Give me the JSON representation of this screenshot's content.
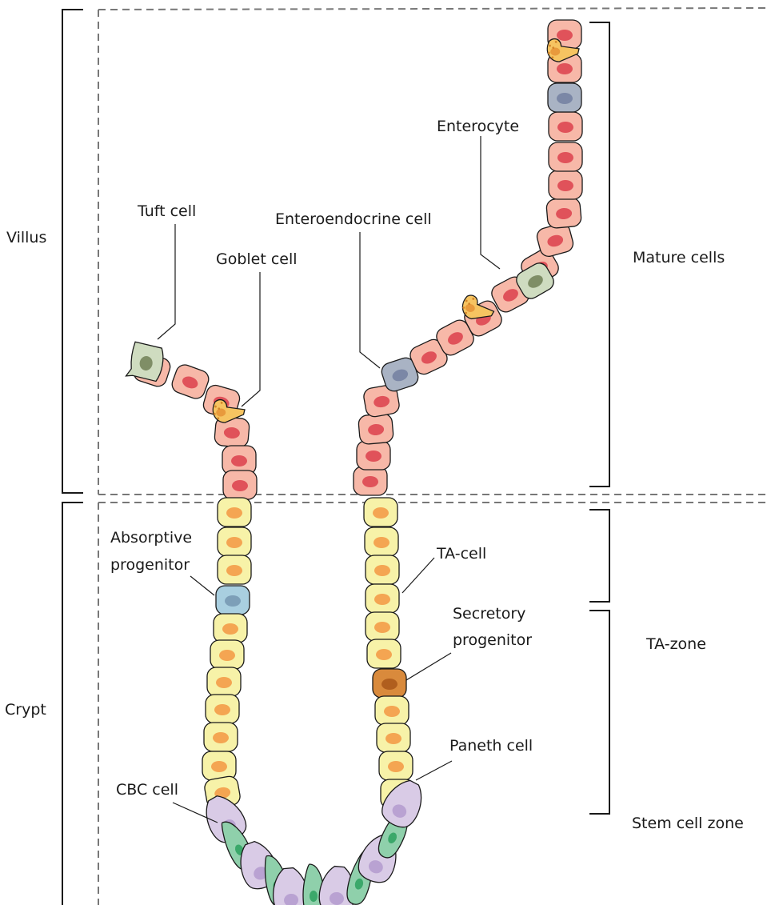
{
  "zones": {
    "villus": "Villus",
    "crypt": "Crypt"
  },
  "regions": {
    "mature": "Mature cells",
    "ta_zone": "TA-zone",
    "stem_zone": "Stem cell zone"
  },
  "cell_labels": {
    "tuft": "Tuft cell",
    "goblet": "Goblet cell",
    "enteroendocrine": "Enteroendocrine cell",
    "enterocyte": "Enterocyte",
    "absorptive_1": "Absorptive",
    "absorptive_2": "progenitor",
    "ta_cell": "TA-cell",
    "secretory_1": "Secretory",
    "secretory_2": "progenitor",
    "paneth": "Paneth cell",
    "cbc": "CBC cell"
  },
  "colors": {
    "enterocyte_fill": "#f7b8a8",
    "enterocyte_nucleus": "#e0525a",
    "ta_fill": "#f7f2a8",
    "ta_nucleus": "#f4a552",
    "enteroendocrine_fill": "#a9b3c4",
    "enteroendocrine_nucleus": "#7b87a6",
    "tuft_fill": "#cfdcc0",
    "tuft_nucleus": "#7f8e66",
    "goblet_fill": "#f6c461",
    "absorptive_fill": "#a9cfe0",
    "absorptive_nucleus": "#7d9fb8",
    "secretory_fill": "#d98a3c",
    "secretory_nucleus": "#b05e1e",
    "paneth_fill": "#d9cbe6",
    "paneth_nucleus": "#b9a2d2",
    "cbc_fill": "#8fd0ab",
    "cbc_nucleus": "#3ba86a",
    "dashed_line": "#777777"
  }
}
